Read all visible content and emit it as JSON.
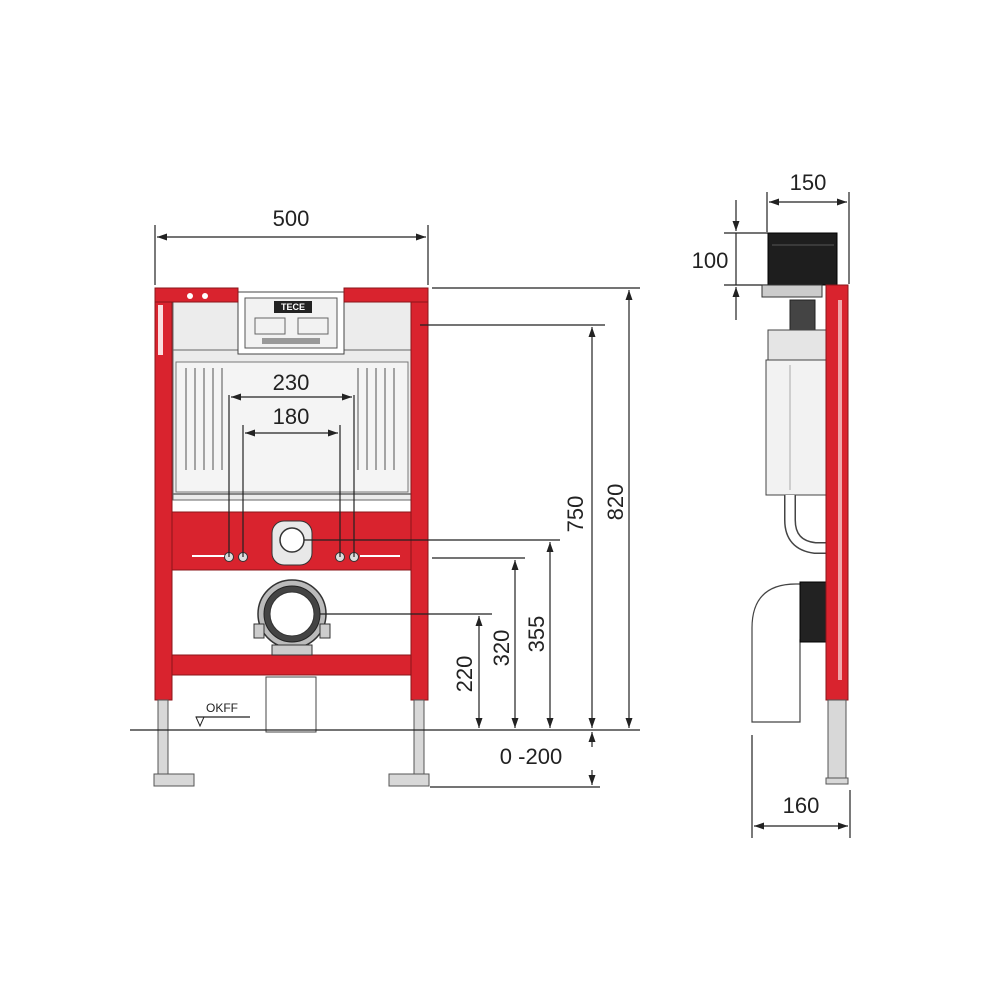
{
  "brand": "TECE",
  "floor_label": "OKFF",
  "dimensions": {
    "front_width": "500",
    "inlet_outer": "230",
    "inlet_inner": "180",
    "height_total": "820",
    "height_frame": "750",
    "height_355": "355",
    "height_320": "320",
    "height_220": "220",
    "feet_range": "0 -200",
    "side_top_width": "150",
    "side_top_height": "100",
    "side_bottom_width": "160"
  },
  "colors": {
    "frame": "#d9232e",
    "line": "#222222"
  }
}
